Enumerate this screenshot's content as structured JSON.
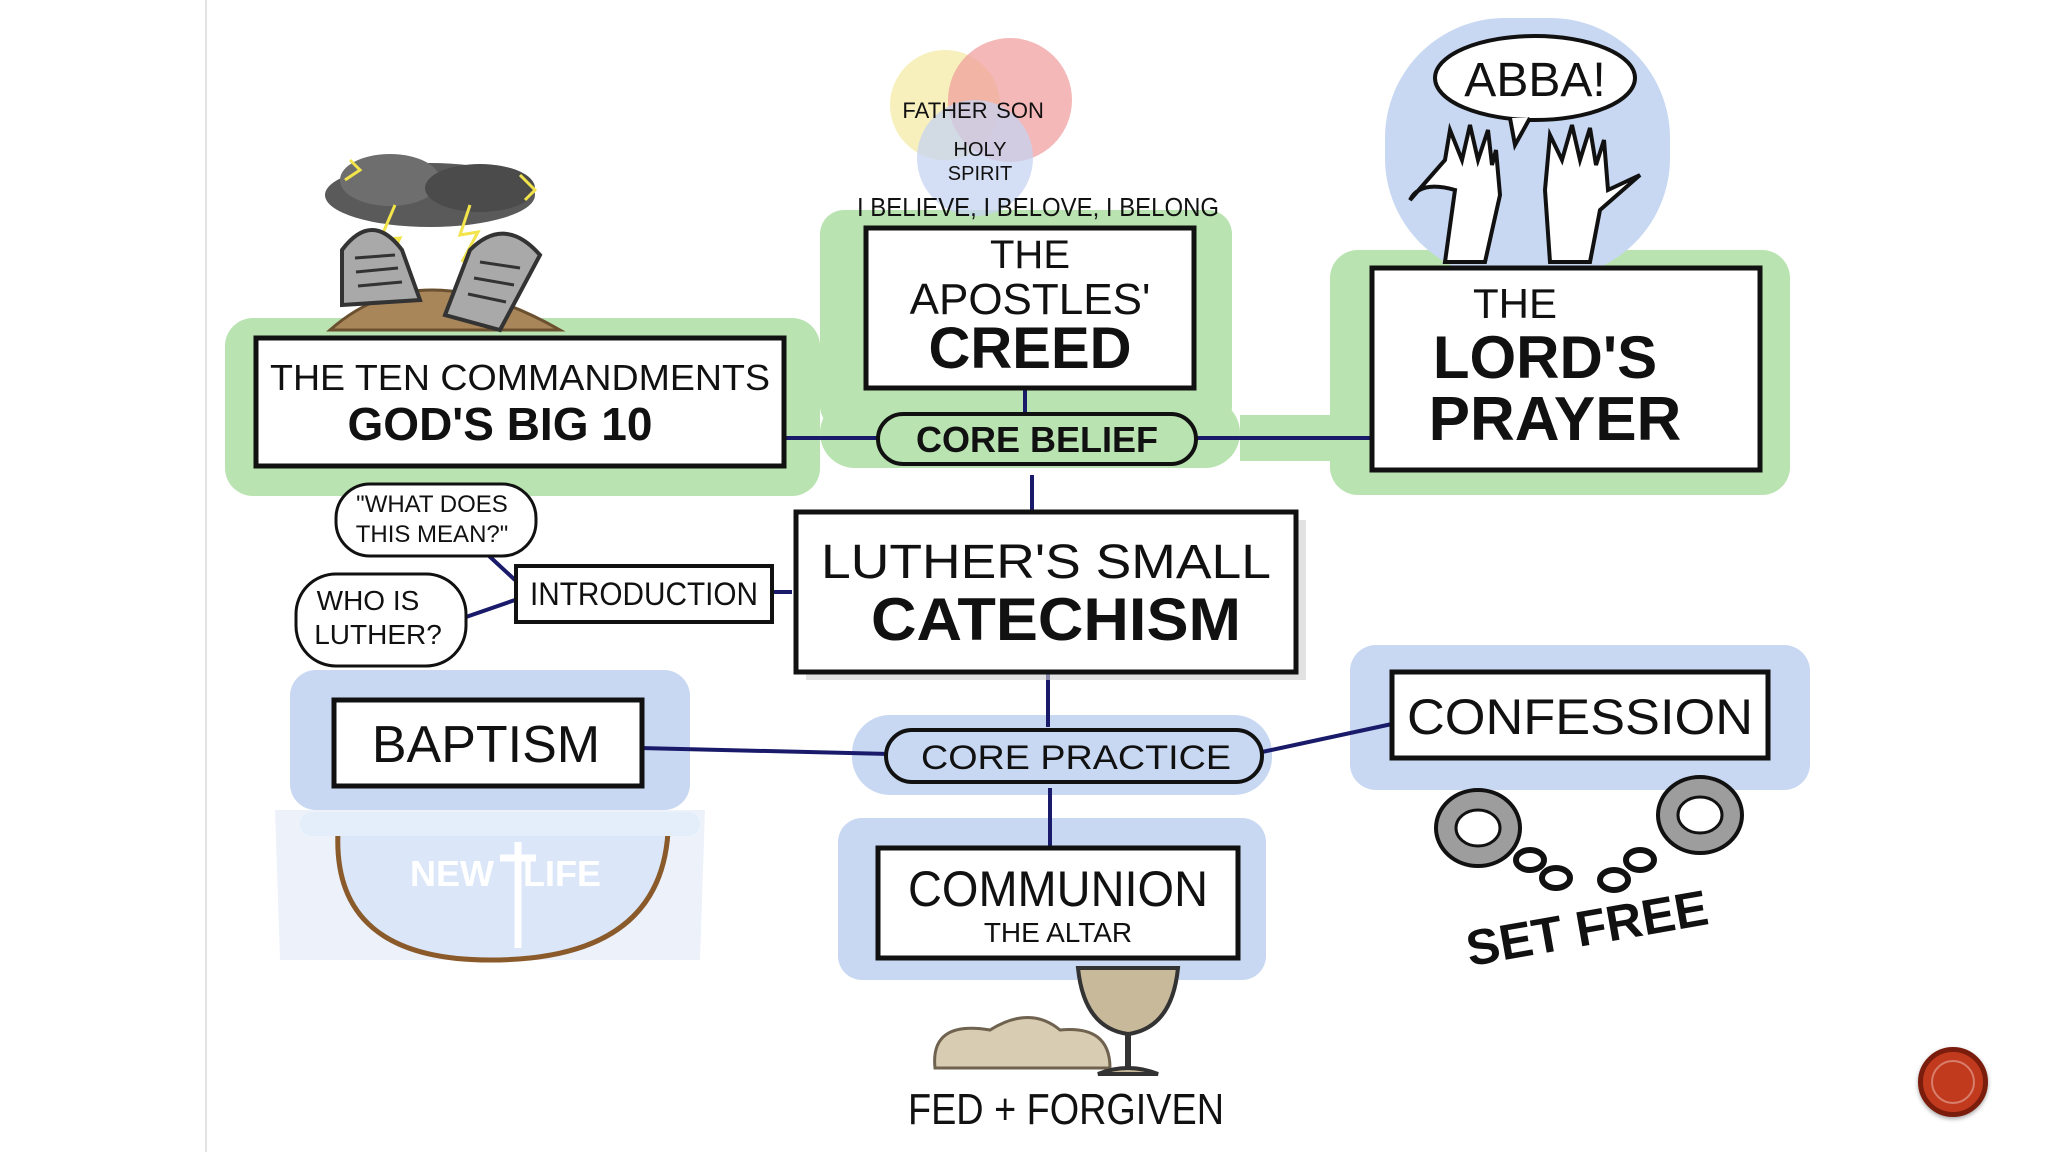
{
  "diagram": {
    "center": {
      "line1": "LUTHER'S SMALL",
      "line2": "CATECHISM"
    },
    "core_belief": "CORE BELIEF",
    "core_practice": "CORE PRACTICE",
    "ten_commandments": {
      "line1": "THE TEN COMMANDMENTS",
      "line2": "GOD'S BIG 10"
    },
    "apostles_creed": {
      "line1": "THE",
      "line2": "APOSTLES'",
      "line3": "CREED"
    },
    "creed_caption": "I BELIEVE, I BELOVE, I BELONG",
    "trinity": {
      "father": "FATHER",
      "son": "SON",
      "holy": "HOLY",
      "spirit": "SPIRIT"
    },
    "lords_prayer": {
      "line1": "THE",
      "line2": "LORD'S",
      "line3": "PRAYER"
    },
    "abba": "ABBA!",
    "introduction": "INTRODUCTION",
    "what_does": {
      "line1": "\"WHAT DOES",
      "line2": "THIS MEAN?\""
    },
    "who_is": {
      "line1": "WHO IS",
      "line2": "LUTHER?"
    },
    "baptism": "BAPTISM",
    "new_life": {
      "left": "NEW",
      "right": "LIFE"
    },
    "confession": "CONFESSION",
    "set_free": "SET FREE",
    "communion": {
      "line1": "COMMUNION",
      "line2": "THE ALTAR"
    },
    "fed_forgiven": "FED + FORGIVEN"
  },
  "colors": {
    "belief_highlight": "#b9e3b0",
    "practice_highlight": "#c8d8f2",
    "box_stroke": "#111111",
    "nav_button": "#c23a1e"
  },
  "icons": [
    "stone-tablets-icon",
    "storm-cloud-icon",
    "trinity-venn-icon",
    "praying-hands-icon",
    "water-font-icon",
    "broken-shackles-icon",
    "bread-icon",
    "chalice-icon"
  ]
}
